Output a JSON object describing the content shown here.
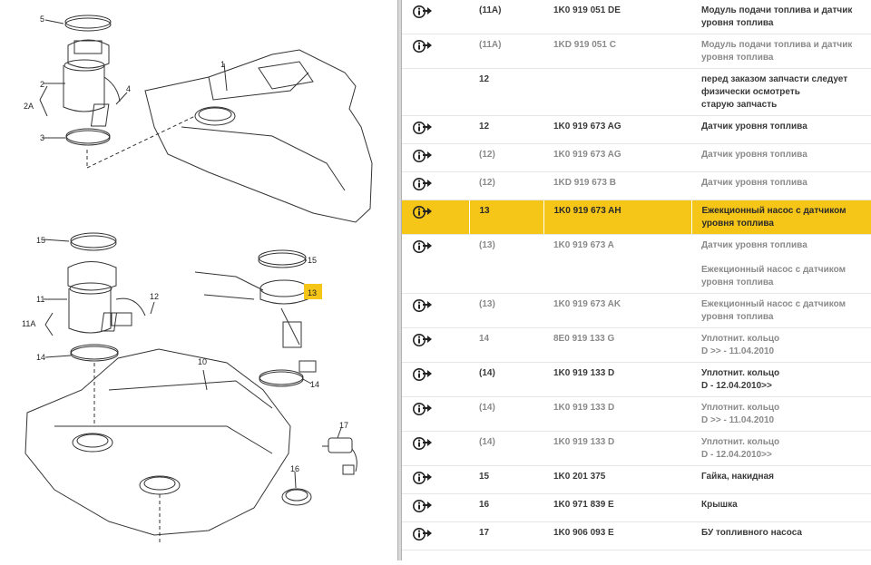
{
  "diagram": {
    "callouts": [
      "5",
      "2",
      "2A",
      "4",
      "3",
      "1",
      "15",
      "11",
      "11A",
      "12",
      "14",
      "13",
      "10",
      "17",
      "16"
    ],
    "highlight_color": "#f5c518"
  },
  "parts_table": {
    "icon": "info-arrow-icon",
    "rows": [
      {
        "item": "(11A)",
        "part_no": "1K0 919 051 DE",
        "desc": [
          "Модуль подачи топлива и датчик",
          "уровня топлива"
        ],
        "icon": true,
        "dim": false,
        "selected": false
      },
      {
        "item": "(11A)",
        "part_no": "1KD 919 051 C",
        "desc": [
          "Модуль подачи топлива и датчик",
          "уровня топлива"
        ],
        "icon": true,
        "dim": true,
        "selected": false
      },
      {
        "item": "12",
        "part_no": "",
        "desc": [
          "перед заказом запчасти следует",
          "физически осмотреть",
          "старую запчасть"
        ],
        "icon": false,
        "dim": false,
        "selected": false
      },
      {
        "item": "12",
        "part_no": "1K0 919 673 AG",
        "desc": [
          "Датчик уровня топлива"
        ],
        "icon": true,
        "dim": false,
        "selected": false
      },
      {
        "item": "(12)",
        "part_no": "1K0 919 673 AG",
        "desc": [
          "Датчик уровня топлива"
        ],
        "icon": true,
        "dim": true,
        "selected": false
      },
      {
        "item": "(12)",
        "part_no": "1KD 919 673 B",
        "desc": [
          "Датчик уровня топлива"
        ],
        "icon": true,
        "dim": true,
        "selected": false
      },
      {
        "item": "13",
        "part_no": "1K0 919 673 AH",
        "desc": [
          "Ежекционный насос с датчиком",
          "уровня топлива"
        ],
        "icon": true,
        "dim": false,
        "selected": true
      },
      {
        "item": "(13)",
        "part_no": "1K0 919 673 A",
        "desc": [
          "Датчик уровня топлива",
          "",
          "Ежекционный насос с датчиком",
          "уровня топлива"
        ],
        "icon": true,
        "dim": true,
        "selected": false
      },
      {
        "item": "(13)",
        "part_no": "1K0 919 673 AK",
        "desc": [
          "Ежекционный насос с датчиком",
          "уровня топлива"
        ],
        "icon": true,
        "dim": true,
        "selected": false
      },
      {
        "item": "14",
        "part_no": "8E0 919 133 G",
        "desc": [
          "Уплотнит. кольцо",
          "D           >> - 11.04.2010"
        ],
        "icon": true,
        "dim": true,
        "selected": false
      },
      {
        "item": "(14)",
        "part_no": "1K0 919 133 D",
        "desc": [
          "Уплотнит. кольцо",
          "D - 12.04.2010>>"
        ],
        "icon": true,
        "dim": false,
        "selected": false
      },
      {
        "item": "(14)",
        "part_no": "1K0 919 133 D",
        "desc": [
          "Уплотнит. кольцо",
          "D           >> - 11.04.2010"
        ],
        "icon": true,
        "dim": true,
        "selected": false
      },
      {
        "item": "(14)",
        "part_no": "1K0 919 133 D",
        "desc": [
          "Уплотнит. кольцо",
          "D - 12.04.2010>>"
        ],
        "icon": true,
        "dim": true,
        "selected": false
      },
      {
        "item": "15",
        "part_no": "1K0 201 375",
        "desc": [
          "Гайка, накидная"
        ],
        "icon": true,
        "dim": false,
        "selected": false
      },
      {
        "item": "16",
        "part_no": "1K0 971 839 E",
        "desc": [
          "Крышка"
        ],
        "icon": true,
        "dim": false,
        "selected": false
      },
      {
        "item": "17",
        "part_no": "1K0 906 093 E",
        "desc": [
          "БУ топливного насоса"
        ],
        "icon": true,
        "dim": false,
        "selected": false
      }
    ]
  }
}
